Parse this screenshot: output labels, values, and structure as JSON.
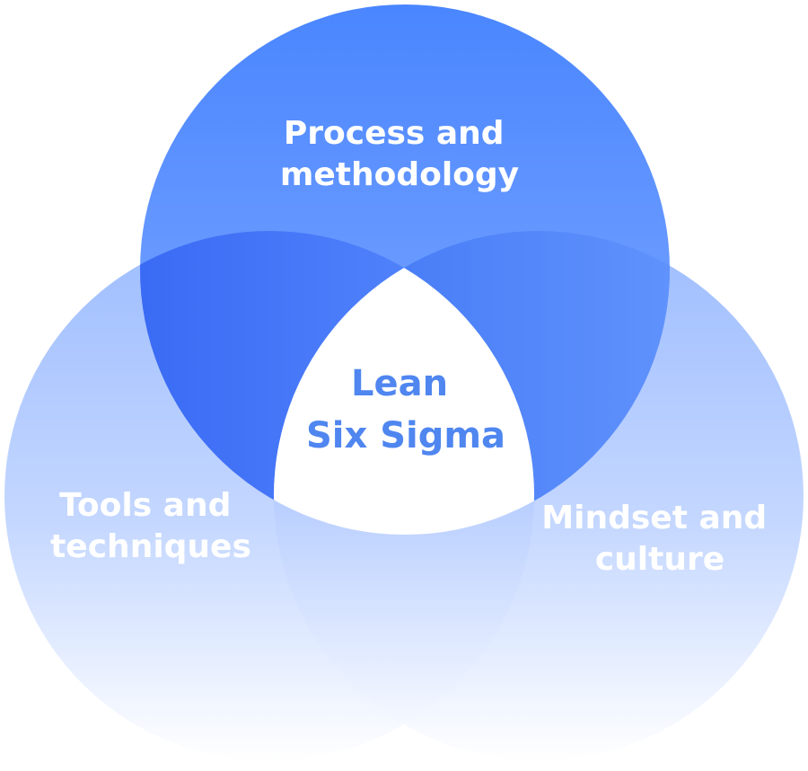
{
  "diagram": {
    "type": "venn",
    "colors": {
      "deep_blue": "#3b6cf2",
      "mid_blue": "#5c90ff",
      "light_blue": "#a9c4ff",
      "fade": "#ffffff",
      "center_text": "#4f86f0"
    },
    "circles": [
      {
        "id": "top",
        "lines": [
          "Process and",
          "methodology"
        ]
      },
      {
        "id": "left",
        "lines": [
          "Tools and",
          "techniques"
        ]
      },
      {
        "id": "right",
        "lines": [
          "Mindset and",
          "culture"
        ]
      }
    ],
    "center": {
      "lines": [
        "Lean",
        "Six Sigma"
      ]
    }
  }
}
